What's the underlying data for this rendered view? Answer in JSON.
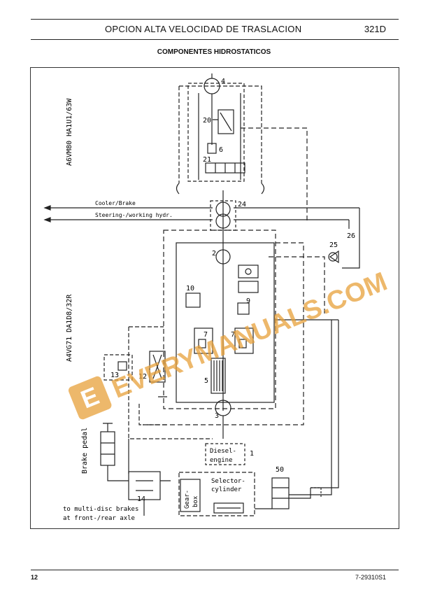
{
  "header": {
    "title": "OPCION ALTA VELOCIDAD DE TRASLACION",
    "model": "321D"
  },
  "subtitle": "COMPONENTES HIDROSTATICOS",
  "diagram": {
    "pump_label_top": "A6VM80 HA1U1/63W",
    "pump_label_mid": "A4VG71 DA1D8/32R",
    "line_cooler": "Cooler/Brake",
    "line_steering": "Steering-/working hydr.",
    "brake_pedal": "Brake pedal",
    "brakes_line1": "to multi-disc brakes",
    "brakes_line2": "at front-/rear axle",
    "diesel_line1": "Diesel-",
    "diesel_line2": "engine",
    "selector_line1": "Selector-",
    "selector_line2": "cylinder",
    "gearbox_line1": "Gear-",
    "gearbox_line2": "box",
    "numbers": {
      "n1": "1",
      "n2": "2",
      "n3": "3",
      "n4": "4",
      "n5": "5",
      "n6": "6",
      "n7a": "7",
      "n7b": "7",
      "n9": "9",
      "n10": "10",
      "n12": "12",
      "n13": "13",
      "n14": "14",
      "n20": "20",
      "n21": "21",
      "n24": "24",
      "n25": "25",
      "n26": "26",
      "n50": "50"
    }
  },
  "watermark": {
    "text": "EVERYMANUALS.COM",
    "logo_letter": "E",
    "color": "#e8a13a"
  },
  "footer": {
    "page": "12",
    "code": "7-29310S1"
  }
}
